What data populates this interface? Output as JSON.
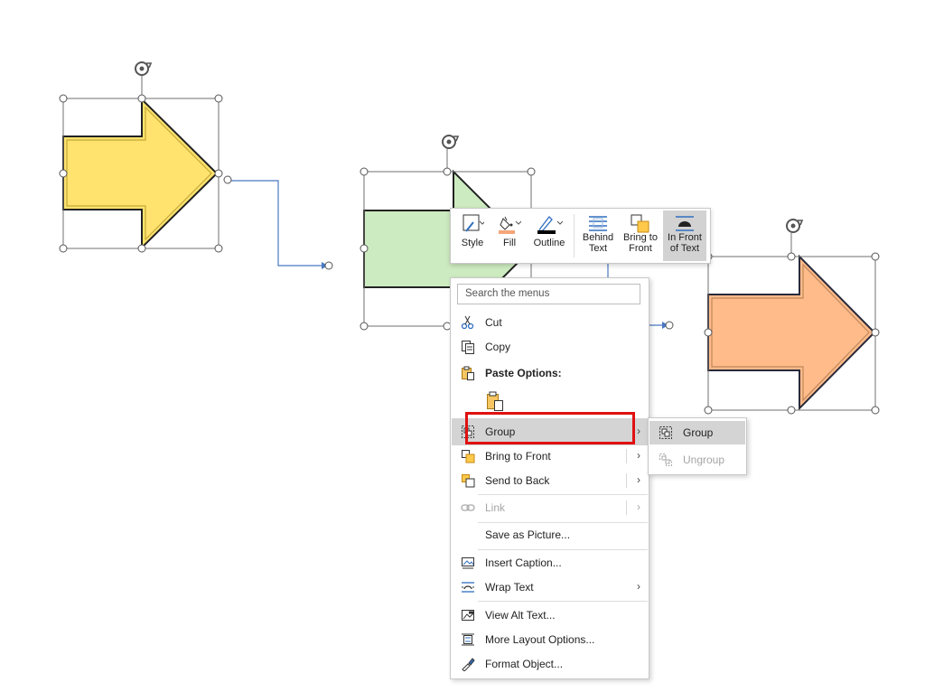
{
  "mini_toolbar": {
    "style": "Style",
    "fill": "Fill",
    "outline": "Outline",
    "behind_text_l1": "Behind",
    "behind_text_l2": "Text",
    "bring_front_l1": "Bring to",
    "bring_front_l2": "Front",
    "in_front_l1": "In Front",
    "in_front_l2": "of Text"
  },
  "context_menu": {
    "search_placeholder": "Search the menus",
    "cut": "Cut",
    "copy": "Copy",
    "paste_options": "Paste Options:",
    "group": "Group",
    "bring_to_front": "Bring to Front",
    "send_to_back": "Send to Back",
    "link": "Link",
    "save_as_picture": "Save as Picture...",
    "insert_caption": "Insert Caption...",
    "wrap_text": "Wrap Text",
    "view_alt_text": "View Alt Text...",
    "more_layout_options": "More Layout Options...",
    "format_object": "Format Object...",
    "submenu_arrow": "›"
  },
  "submenu": {
    "group": "Group",
    "ungroup": "Ungroup"
  },
  "colors": {
    "arrow_yellow": "#ffe36e",
    "arrow_green": "#cdebc0",
    "arrow_orange": "#ffbb8a",
    "connector": "#4a78c2",
    "highlight_box": "#e01010"
  }
}
